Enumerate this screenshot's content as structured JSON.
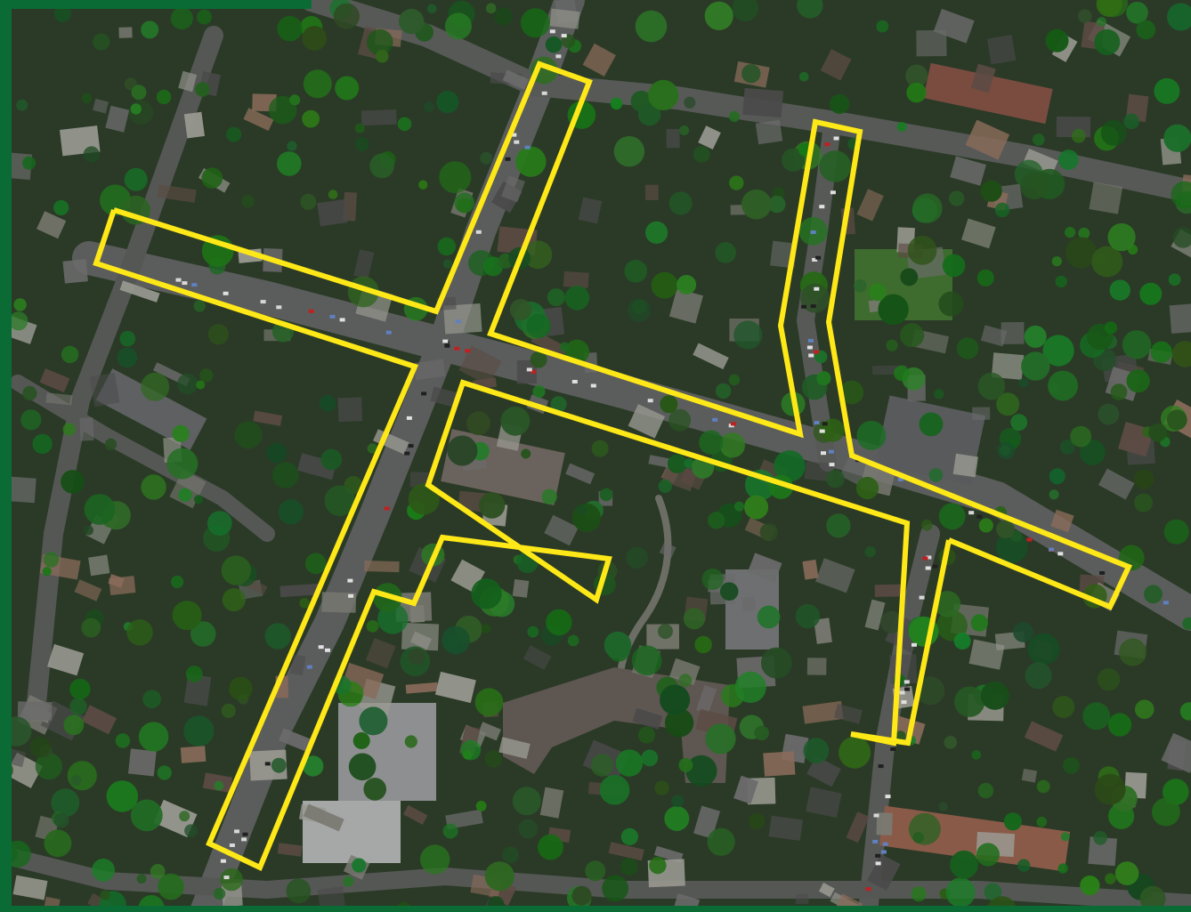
{
  "map": {
    "type": "satellite-aerial",
    "frame_color": "#0b6b35",
    "outline_color": "#ffe817",
    "ground_color": "#2b3a27",
    "road_color": "#5b5d5c",
    "tree_color": "#1f5a22",
    "roof_colors": [
      "#6b6b6b",
      "#4a4a4a",
      "#8a6b5a",
      "#7a7a72",
      "#5c4b44",
      "#9a9a92"
    ],
    "car_colors": [
      "#e0e0e0",
      "#c02020",
      "#202020",
      "#6080c0",
      "#d8d8d8"
    ],
    "highlighted_zones": [
      {
        "id": "north-west-arm"
      },
      {
        "id": "north-central-arm"
      },
      {
        "id": "east-side-street"
      },
      {
        "id": "main-street-east"
      },
      {
        "id": "south-central-block"
      },
      {
        "id": "south-west-corridor"
      },
      {
        "id": "south-east-street"
      }
    ]
  }
}
